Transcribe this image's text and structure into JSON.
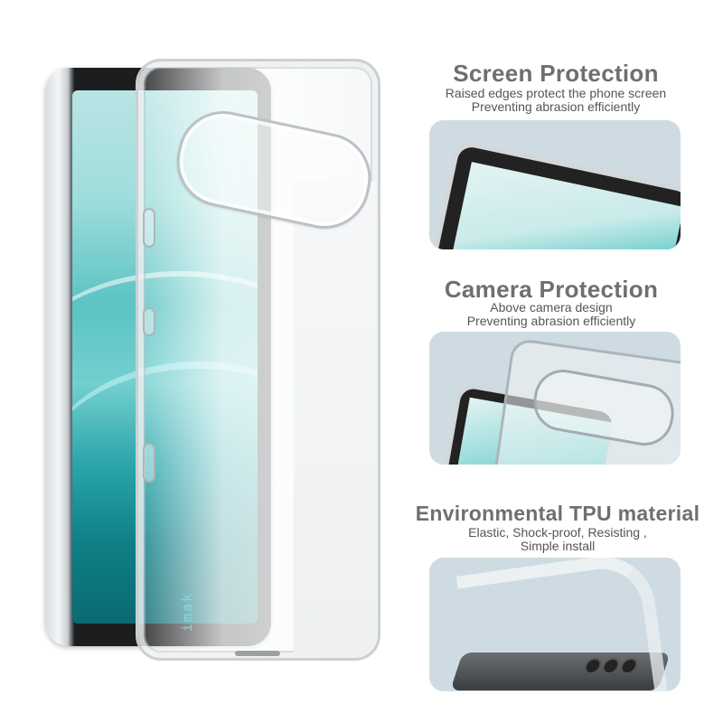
{
  "hero": {
    "alt": "Clear TPU phone case shown over a phone with teal wallpaper",
    "logo_text": "imak",
    "colors": {
      "screen_teal": "#2aa6ab",
      "case_edge": "#c8cdd0",
      "bezel": "#1b1d1f"
    }
  },
  "features": [
    {
      "title": "Screen Protection",
      "lines": [
        "Raised edges protect the phone screen",
        "Preventing abrasion efficiently"
      ],
      "image_alt": "Close-up of raised case edge around phone screen"
    },
    {
      "title": "Camera Protection",
      "lines": [
        "Above camera design",
        "Preventing abrasion efficiently"
      ],
      "image_alt": "Close-up of raised camera bump on clear case"
    },
    {
      "title": "Environmental TPU material",
      "lines": [
        "Elastic, Shock-proof, Resisting ,",
        "Simple install"
      ],
      "image_alt": "Flexible clear case bending over a dark phone"
    }
  ],
  "colors": {
    "title_gray": "#6f6f6f",
    "text_gray": "#555555",
    "panel_bg": "#cfdbe3"
  }
}
